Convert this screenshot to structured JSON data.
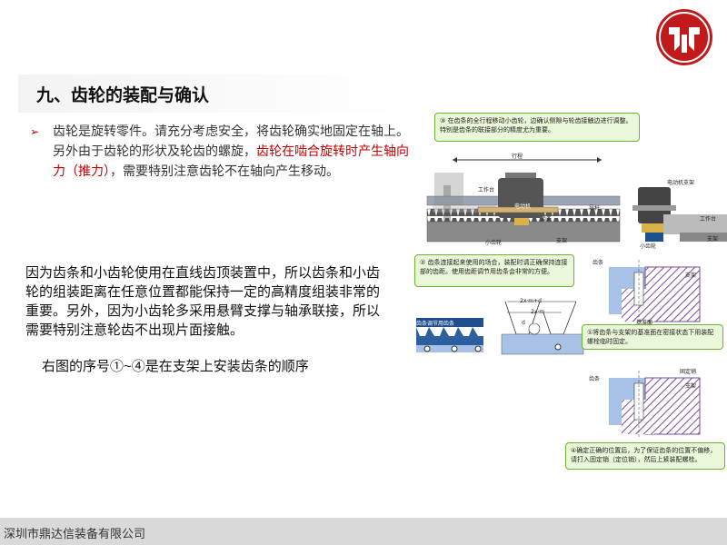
{
  "title": "九、齿轮的装配与确认",
  "para1": {
    "bullet": "➢",
    "part1": "齿轮是旋转零件。请充分考虑安全，将齿轮确实地固定在轴上。另外由于齿轮的形状及轮齿的螺旋，",
    "highlight": "齿轮在啮合旋转时产生轴向力（推力）",
    "part2": "，需要特别注意齿轮不在轴向产生移动。"
  },
  "para2": "因为齿条和小齿轮使用在直线齿顶装置中，所以齿条和小齿轮的组装距离在任意位置都能保持一定的高精度组装非常的重要。另外，因为小齿轮多采用悬臂支撑与轴承联接，所以需要特别注意轮齿不出现片面接触。",
  "para3": "右图的序号①~④是在支架上安装齿条的顺序",
  "footer": "深圳市鼎达信装备有限公司",
  "notes": {
    "n3": "③ 在齿条的全行程移动小齿轮，边确认侧隙与轮齿接触边进行调整。特别是齿条的联接部分的精度尤为重要。",
    "n2": "② 齿条连接起来使用的场合，装配时请正确保持连接部的齿距。使用齿距调节用齿条会非常的方便。",
    "n1": "①将齿条与支架的基准面在密接状态下用装配螺栓临时固定。",
    "n4": "④确定正确的位置后，为了保证齿条的位置不偏移，请打入固定销（定位销），然后上紧装配螺栓。"
  },
  "labels": {
    "stroke": "行程",
    "worktable": "工作台",
    "motor": "电动机",
    "pinion": "小齿轮",
    "rack": "齿条",
    "bracket": "支架",
    "guide": "导杆",
    "motor_bracket": "电动机支架",
    "base_plane": "基准面",
    "fixed_pin": "固定销",
    "pitch_rack": "齿条调节用齿条",
    "dim_top": "2x·m+d",
    "dim_mid": "2x·m",
    "dim_d": "d"
  },
  "colors": {
    "accent_red": "#c00000",
    "note_green": "#6fb233",
    "note_bg": "#eaf7d8",
    "hatch_purple": "#7a4b9a",
    "footer_bg": "#d9d9d9",
    "rack_blue": "#1f4e8c"
  }
}
